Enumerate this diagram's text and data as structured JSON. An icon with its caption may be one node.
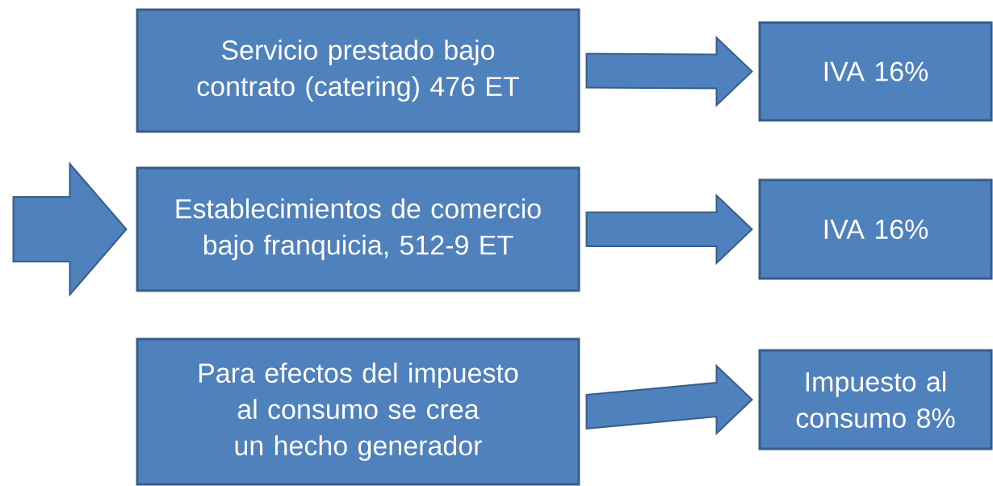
{
  "diagram": {
    "nodes": [
      {
        "text": [
          "Servicio prestado bajo contrato (catering) 476 ET"
        ]
      },
      {
        "text": [
          "IVA 16%"
        ]
      },
      {
        "text": [
          "Establecimientos de comercio bajo franquicia, 512-9 ET"
        ]
      },
      {
        "text": [
          "IVA 16%"
        ]
      },
      {
        "text": [
          "Para efectos del impuesto al consumo se crea un hecho generador"
        ]
      },
      {
        "text": [
          "Impuesto al consumo 8%"
        ]
      }
    ],
    "edges": [
      {
        "from": 0,
        "to": 1,
        "arrow": "to"
      },
      {
        "from": null,
        "to": 2,
        "arrow": "to"
      },
      {
        "from": 2,
        "to": 3,
        "arrow": "to"
      },
      {
        "from": 4,
        "to": 5,
        "arrow": "to"
      }
    ]
  }
}
